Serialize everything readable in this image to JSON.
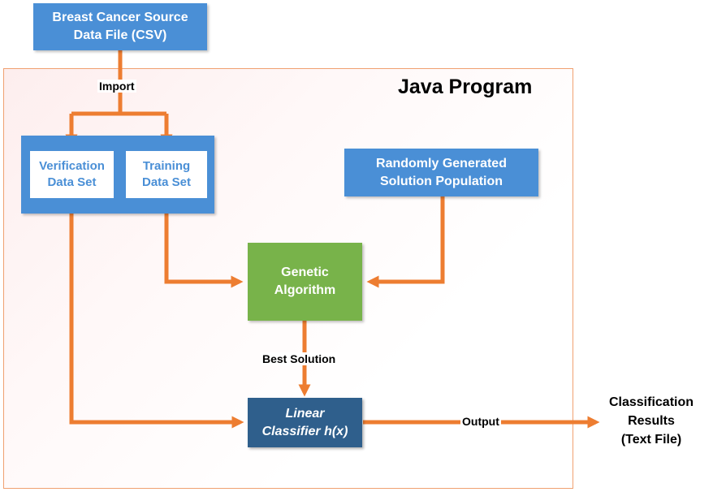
{
  "frame": {
    "title": "Java Program"
  },
  "boxes": {
    "source": "Breast Cancer Source\nData File (CSV)",
    "verification": "Verification\nData Set",
    "training": "Training\nData Set",
    "random_population": "Randomly Generated\nSolution Population",
    "genetic_algorithm": "Genetic\nAlgorithm",
    "linear_classifier": "Linear\nClassifier h(x)"
  },
  "edge_labels": {
    "import": "Import",
    "best_solution": "Best Solution",
    "output": "Output"
  },
  "output_target": "Classification\nResults\n(Text File)",
  "colors": {
    "arrow": "#ed7d31",
    "blue": "#4a8fd6",
    "green": "#78b34a",
    "navy": "#2f5f8c"
  }
}
